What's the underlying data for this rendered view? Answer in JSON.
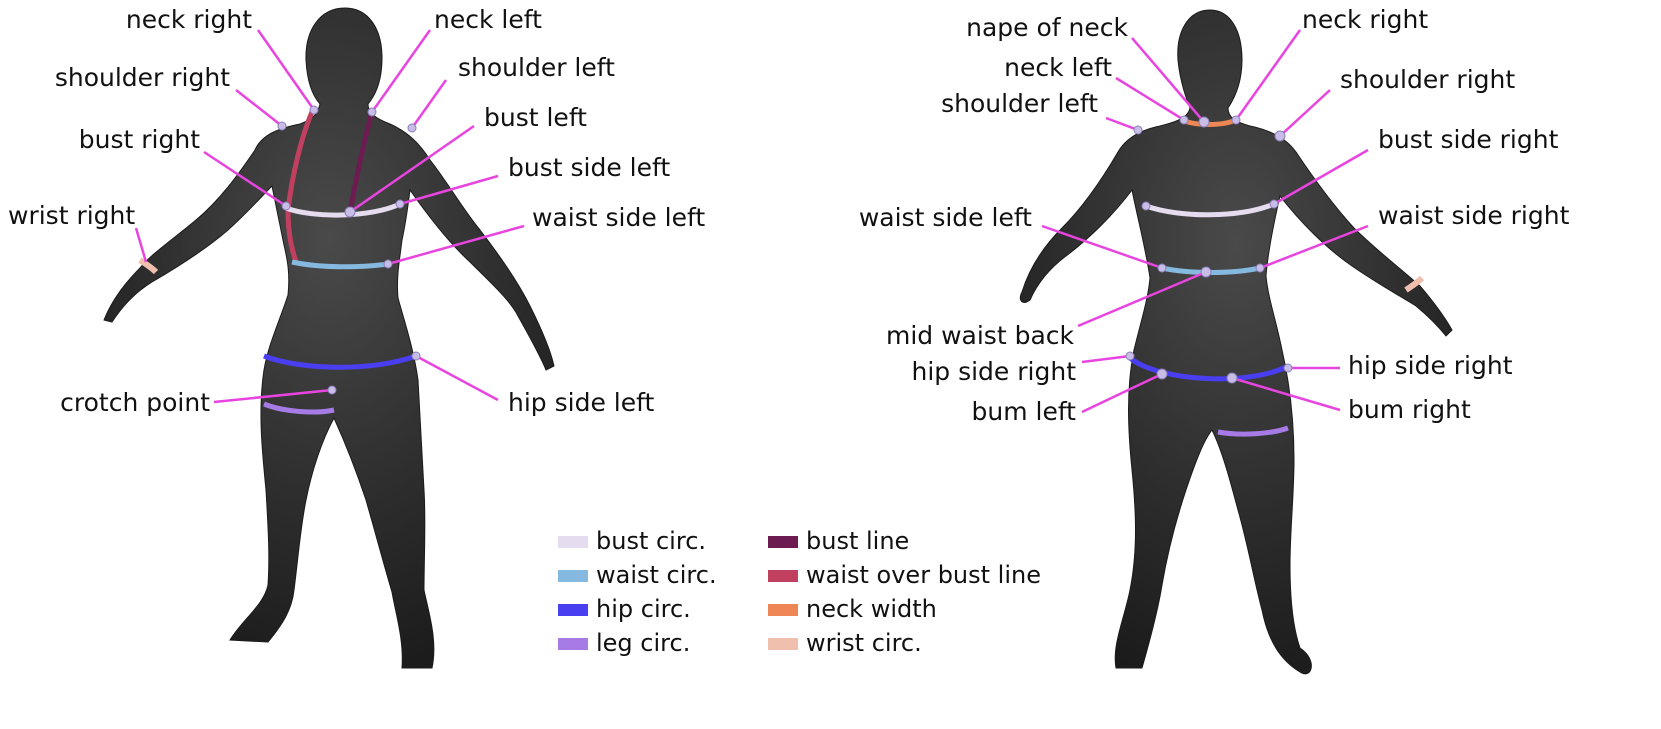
{
  "front_labels": {
    "neck_right": "neck right",
    "neck_left": "neck left",
    "shoulder_right": "shoulder right",
    "shoulder_left": "shoulder left",
    "bust_left": "bust left",
    "bust_right": "bust right",
    "bust_side_left": "bust side left",
    "wrist_right": "wrist right",
    "waist_side_left": "waist side left",
    "crotch_point": "crotch point",
    "hip_side_left": "hip side left"
  },
  "back_labels": {
    "nape_of_neck": "nape of neck",
    "neck_right": "neck right",
    "neck_left": "neck left",
    "shoulder_right": "shoulder right",
    "shoulder_left": "shoulder left",
    "bust_side_right": "bust side right",
    "waist_side_left": "waist side left",
    "waist_side_right": "waist side right",
    "mid_waist_back": "mid waist back",
    "hip_side_right_left_side": "hip side right",
    "hip_side_right": "hip side right",
    "bum_left": "bum left",
    "bum_right": "bum right"
  },
  "legend": [
    {
      "label": "bust circ.",
      "color": "#e6dcef"
    },
    {
      "label": "waist circ.",
      "color": "#86b9df"
    },
    {
      "label": "hip circ.",
      "color": "#4a3ff0"
    },
    {
      "label": "leg circ.",
      "color": "#a77be6"
    },
    {
      "label": "bust line",
      "color": "#6d1c52"
    },
    {
      "label": "waist over bust line",
      "color": "#c2405f"
    },
    {
      "label": "neck width",
      "color": "#ee8655"
    },
    {
      "label": "wrist circ.",
      "color": "#f1bfae"
    }
  ],
  "colors": {
    "leader_line": "#e845e0",
    "landmark_point": "#c9bde8",
    "body": "#2e2e2e"
  }
}
